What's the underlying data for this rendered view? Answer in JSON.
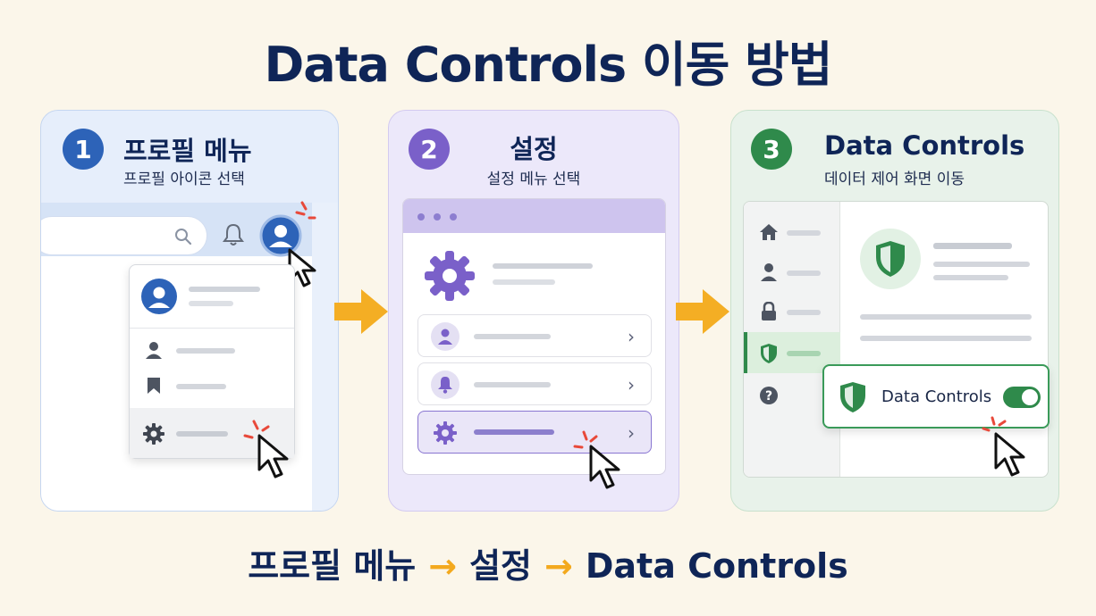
{
  "title": "Data Controls 이동 방법",
  "steps": [
    {
      "number": "1",
      "title": "프로필 메뉴",
      "subtitle": "프로필 아이콘 선택"
    },
    {
      "number": "2",
      "title": "설정",
      "subtitle": "설정 메뉴 선택"
    },
    {
      "number": "3",
      "title": "Data Controls",
      "subtitle": "데이터 제어 화면 이동"
    }
  ],
  "data_controls_card": {
    "label": "Data Controls",
    "toggle_on": true
  },
  "path": {
    "step1": "프로필 메뉴",
    "step2": "설정",
    "step3": "Data Controls",
    "separator": "→"
  },
  "colors": {
    "blue": "#2d63b8",
    "purple": "#7a60c9",
    "green": "#2f8a4b",
    "arrow": "#f3a91e",
    "navy": "#0f2557"
  }
}
